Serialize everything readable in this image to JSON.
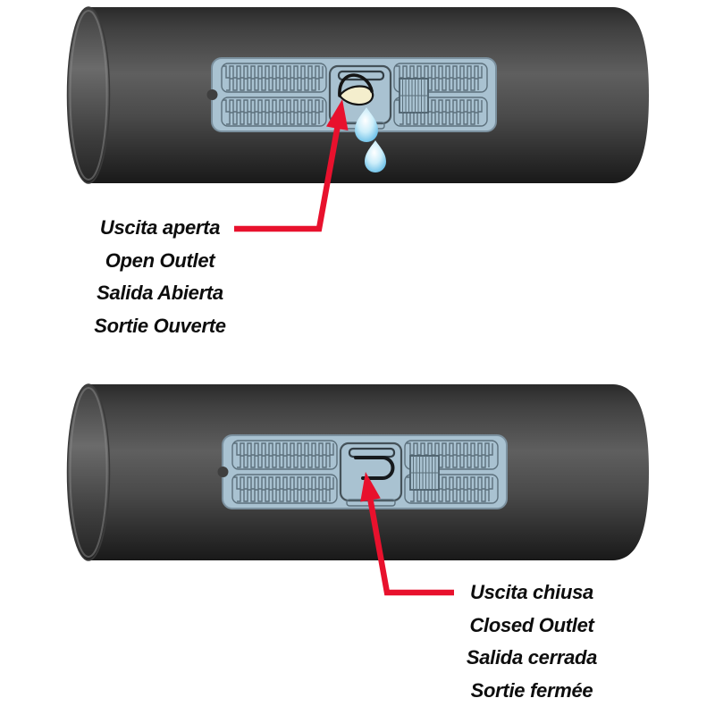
{
  "diagram": {
    "colors": {
      "arrow_red": "#e8112d",
      "tape_gray": "#4a4a4a",
      "emitter_blue": "#a9c2d1",
      "pattern_line": "#5c707c",
      "flap_cream": "#f4eecd",
      "water_blue": "#4fb2e2",
      "label_text": "#0d0d0d"
    },
    "open_outlet": {
      "labels": [
        "Uscita aperta",
        "Open Outlet",
        "Salida Abierta",
        "Sortie Ouverte"
      ]
    },
    "closed_outlet": {
      "labels": [
        "Uscita chiusa",
        "Closed Outlet",
        "Salida cerrada",
        "Sortie fermée"
      ]
    }
  }
}
